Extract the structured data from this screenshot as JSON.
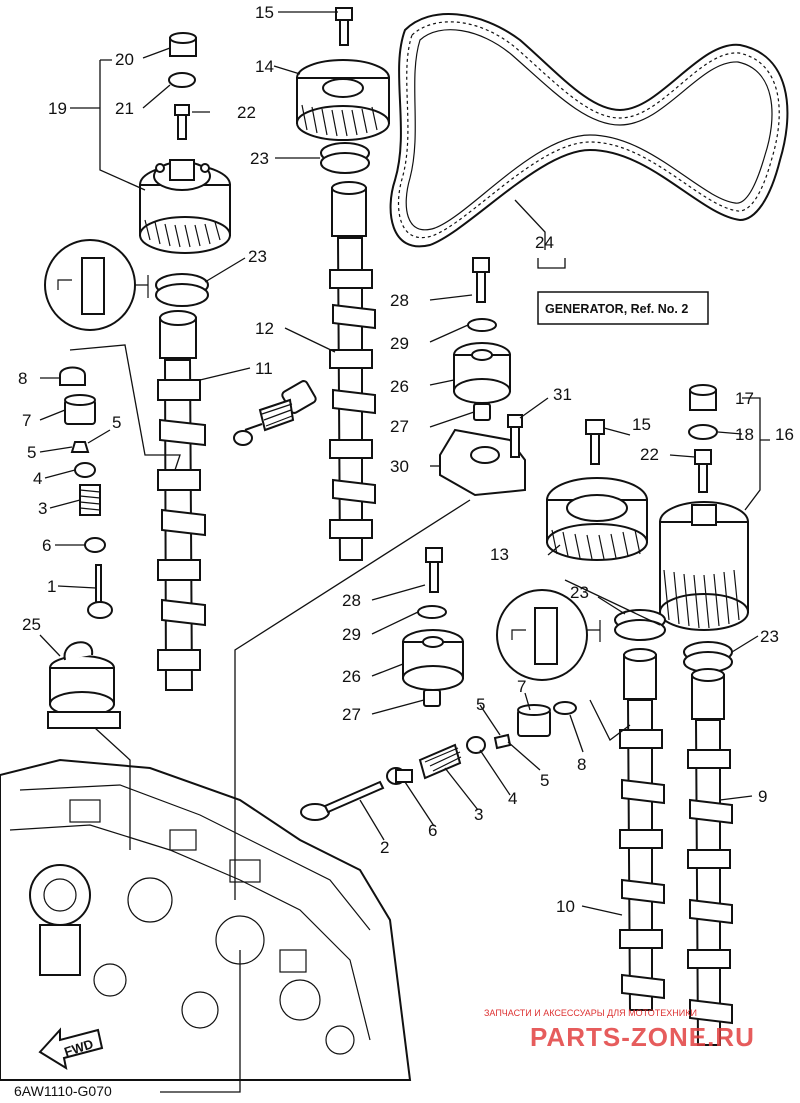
{
  "diagram": {
    "code": "6AW1110-G070",
    "fwd_label": "FWD",
    "reference_box": "GENERATOR,  Ref. No. 2",
    "callouts": [
      "1",
      "2",
      "3",
      "4",
      "5",
      "6",
      "7",
      "8",
      "9",
      "10",
      "11",
      "12",
      "13",
      "14",
      "15",
      "16",
      "17",
      "18",
      "19",
      "20",
      "21",
      "22",
      "23",
      "24",
      "25",
      "26",
      "27",
      "28",
      "29",
      "30",
      "31"
    ],
    "watermark": {
      "tagline": "ЗАПЧАСТИ И АКСЕССУАРЫ ДЛЯ МОТОТЕХНИКИ",
      "brand": "PARTS-ZONE.RU"
    }
  }
}
